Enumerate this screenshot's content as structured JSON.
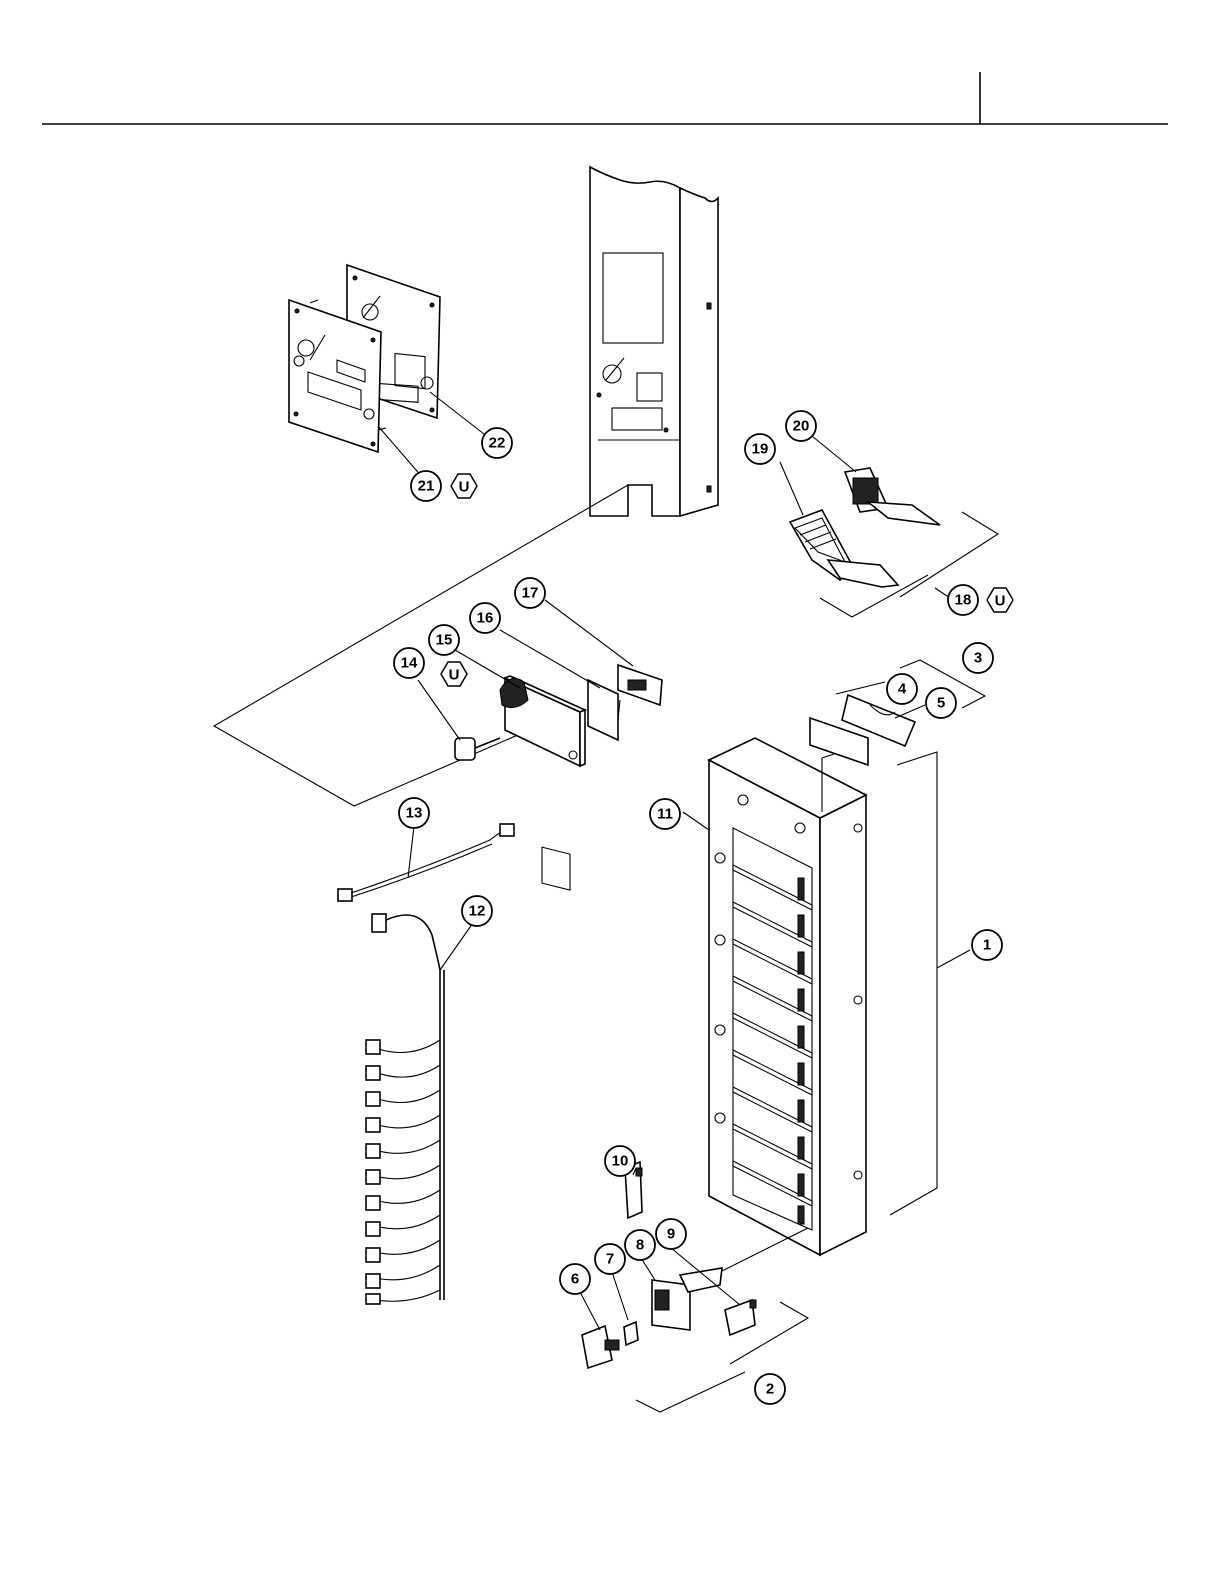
{
  "callouts": [
    {
      "id": "1",
      "label": "1"
    },
    {
      "id": "2",
      "label": "2"
    },
    {
      "id": "3",
      "label": "3"
    },
    {
      "id": "4",
      "label": "4"
    },
    {
      "id": "5",
      "label": "5"
    },
    {
      "id": "6",
      "label": "6"
    },
    {
      "id": "7",
      "label": "7"
    },
    {
      "id": "8",
      "label": "8"
    },
    {
      "id": "9",
      "label": "9"
    },
    {
      "id": "10",
      "label": "10"
    },
    {
      "id": "11",
      "label": "11"
    },
    {
      "id": "12",
      "label": "12"
    },
    {
      "id": "13",
      "label": "13"
    },
    {
      "id": "14",
      "label": "14"
    },
    {
      "id": "15",
      "label": "15"
    },
    {
      "id": "16",
      "label": "16"
    },
    {
      "id": "17",
      "label": "17"
    },
    {
      "id": "18",
      "label": "18"
    },
    {
      "id": "19",
      "label": "19"
    },
    {
      "id": "20",
      "label": "20"
    },
    {
      "id": "21",
      "label": "21"
    },
    {
      "id": "22",
      "label": "22"
    }
  ],
  "badges": [
    {
      "id": "u-21",
      "label": "U"
    },
    {
      "id": "u-15",
      "label": "U"
    },
    {
      "id": "u-18",
      "label": "U"
    }
  ]
}
